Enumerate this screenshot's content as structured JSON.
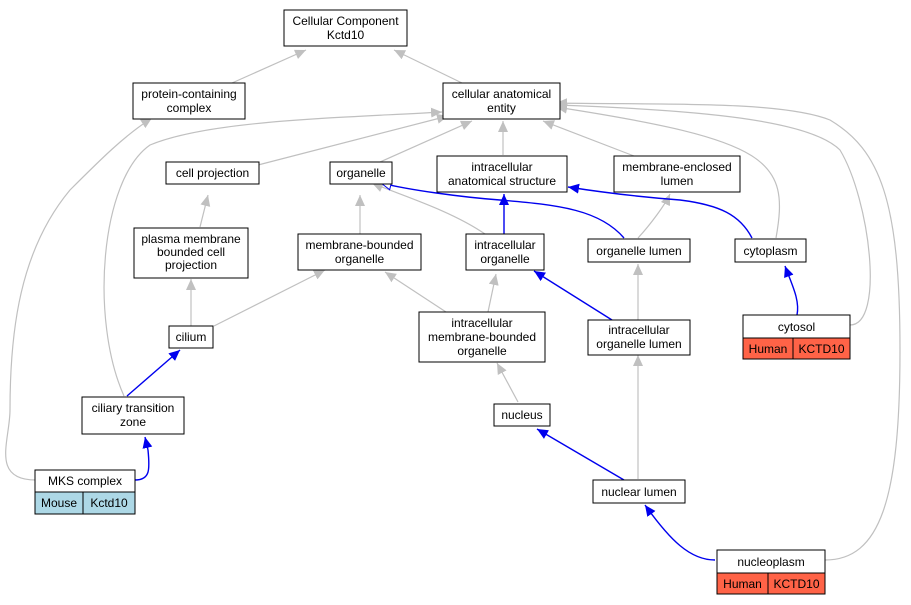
{
  "colors": {
    "gray_edge": "#c0c0c0",
    "blue_edge": "#0000ee",
    "human_tag": "#ff6347",
    "mouse_tag": "#add8e6"
  },
  "nodes": {
    "root": [
      "Cellular Component",
      "Kctd10"
    ],
    "protein_complex": [
      "protein-containing",
      "complex"
    ],
    "cellular_anatomical_entity": [
      "cellular anatomical",
      "entity"
    ],
    "cell_projection": [
      "cell projection"
    ],
    "organelle": [
      "organelle"
    ],
    "intracellular_anatomical_structure": [
      "intracellular",
      "anatomical structure"
    ],
    "membrane_enclosed_lumen": [
      "membrane-enclosed",
      "lumen"
    ],
    "plasma_membrane_bounded": [
      "plasma membrane",
      "bounded cell",
      "projection"
    ],
    "membrane_bounded_organelle": [
      "membrane-bounded",
      "organelle"
    ],
    "intracellular_organelle": [
      "intracellular",
      "organelle"
    ],
    "organelle_lumen": [
      "organelle lumen"
    ],
    "cytoplasm": [
      "cytoplasm"
    ],
    "cilium": [
      "cilium"
    ],
    "intracellular_membrane_bounded_organelle": [
      "intracellular",
      "membrane-bounded",
      "organelle"
    ],
    "intracellular_organelle_lumen": [
      "intracellular",
      "organelle lumen"
    ],
    "cytosol": [
      "cytosol"
    ],
    "ciliary_transition_zone": [
      "ciliary transition",
      "zone"
    ],
    "nucleus": [
      "nucleus"
    ],
    "mks_complex": [
      "MKS complex"
    ],
    "nuclear_lumen": [
      "nuclear lumen"
    ],
    "nucleoplasm": [
      "nucleoplasm"
    ]
  },
  "tags": {
    "cytosol": [
      "Human",
      "KCTD10"
    ],
    "mks_complex": [
      "Mouse",
      "Kctd10"
    ],
    "nucleoplasm": [
      "Human",
      "KCTD10"
    ]
  }
}
